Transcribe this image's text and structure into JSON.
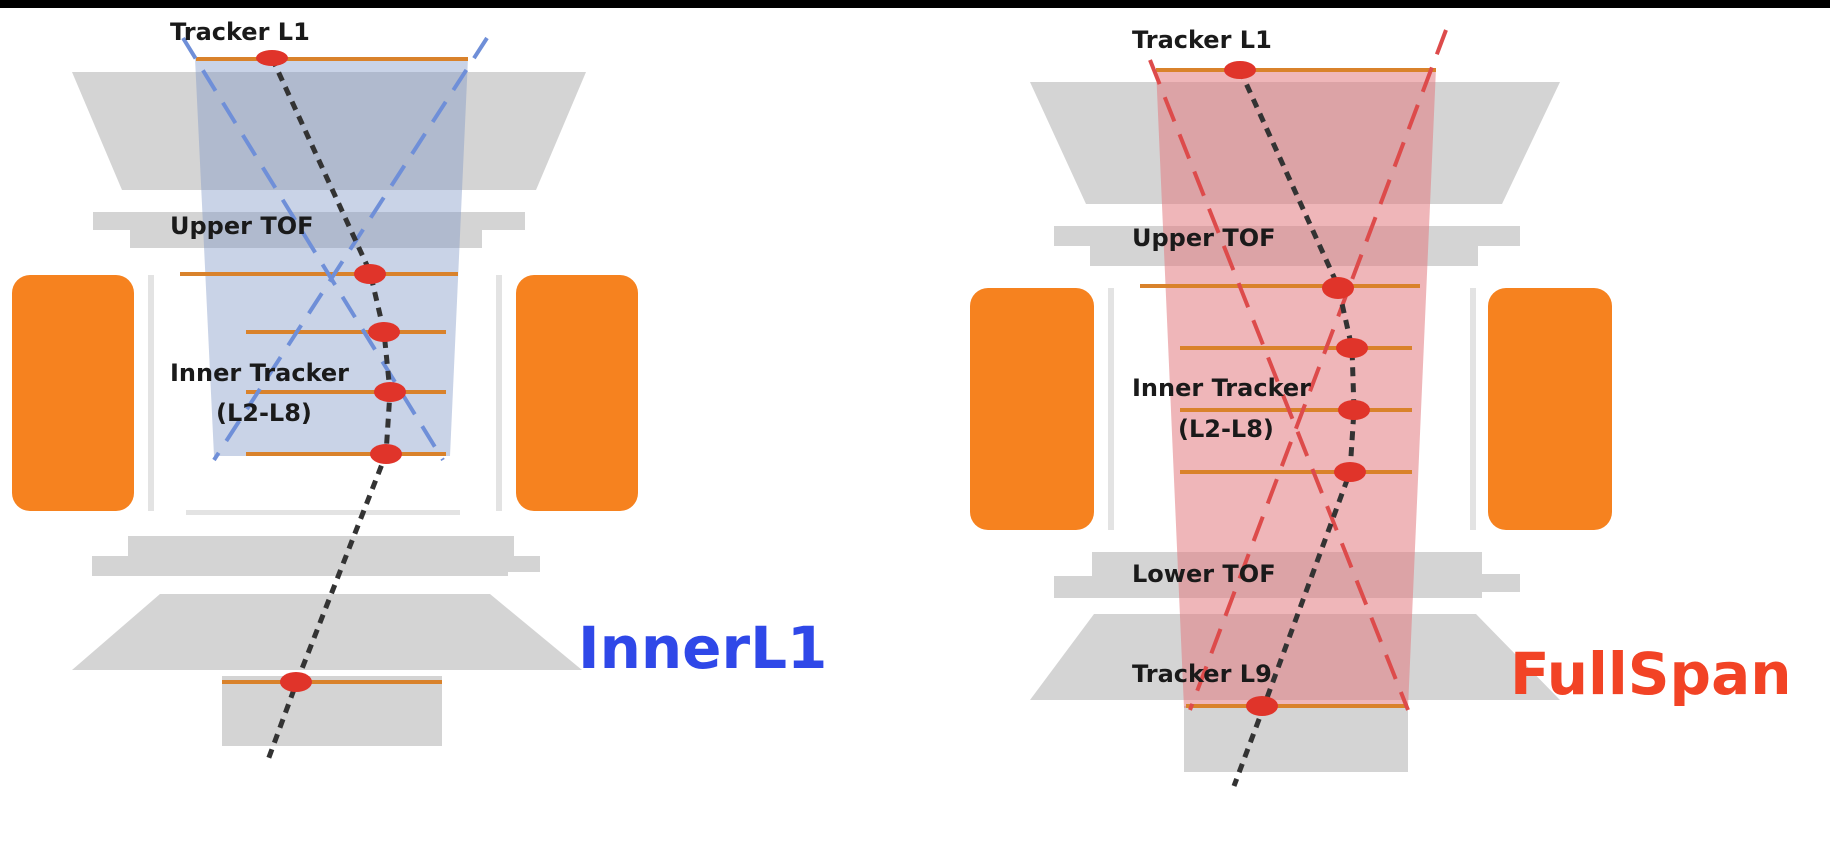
{
  "colors": {
    "detector_gray": "#d4d4d4",
    "magnet_orange": "#f6821f",
    "tracker_plane": "#d9822b",
    "hit_red": "#e0342a",
    "track_black": "#333333",
    "inner_blue": "#2f48e8",
    "inner_shade": "#7f97c6",
    "inner_dash": "#6f8fd8",
    "full_red": "#f24325",
    "full_shade": "#e27a80",
    "full_dash": "#dd4b4b"
  },
  "left_panel": {
    "labels": {
      "tracker_l1": "Tracker L1",
      "upper_tof": "Upper TOF",
      "inner_tracker": "Inner Tracker",
      "inner_tracker_layers": "(L2-L8)"
    },
    "title": "InnerL1"
  },
  "right_panel": {
    "labels": {
      "tracker_l1": "Tracker L1",
      "upper_tof": "Upper TOF",
      "inner_tracker": "Inner Tracker",
      "inner_tracker_layers": "(L2-L8)",
      "lower_tof": "Lower TOF",
      "tracker_l9": "Tracker L9"
    },
    "title": "FullSpan"
  }
}
